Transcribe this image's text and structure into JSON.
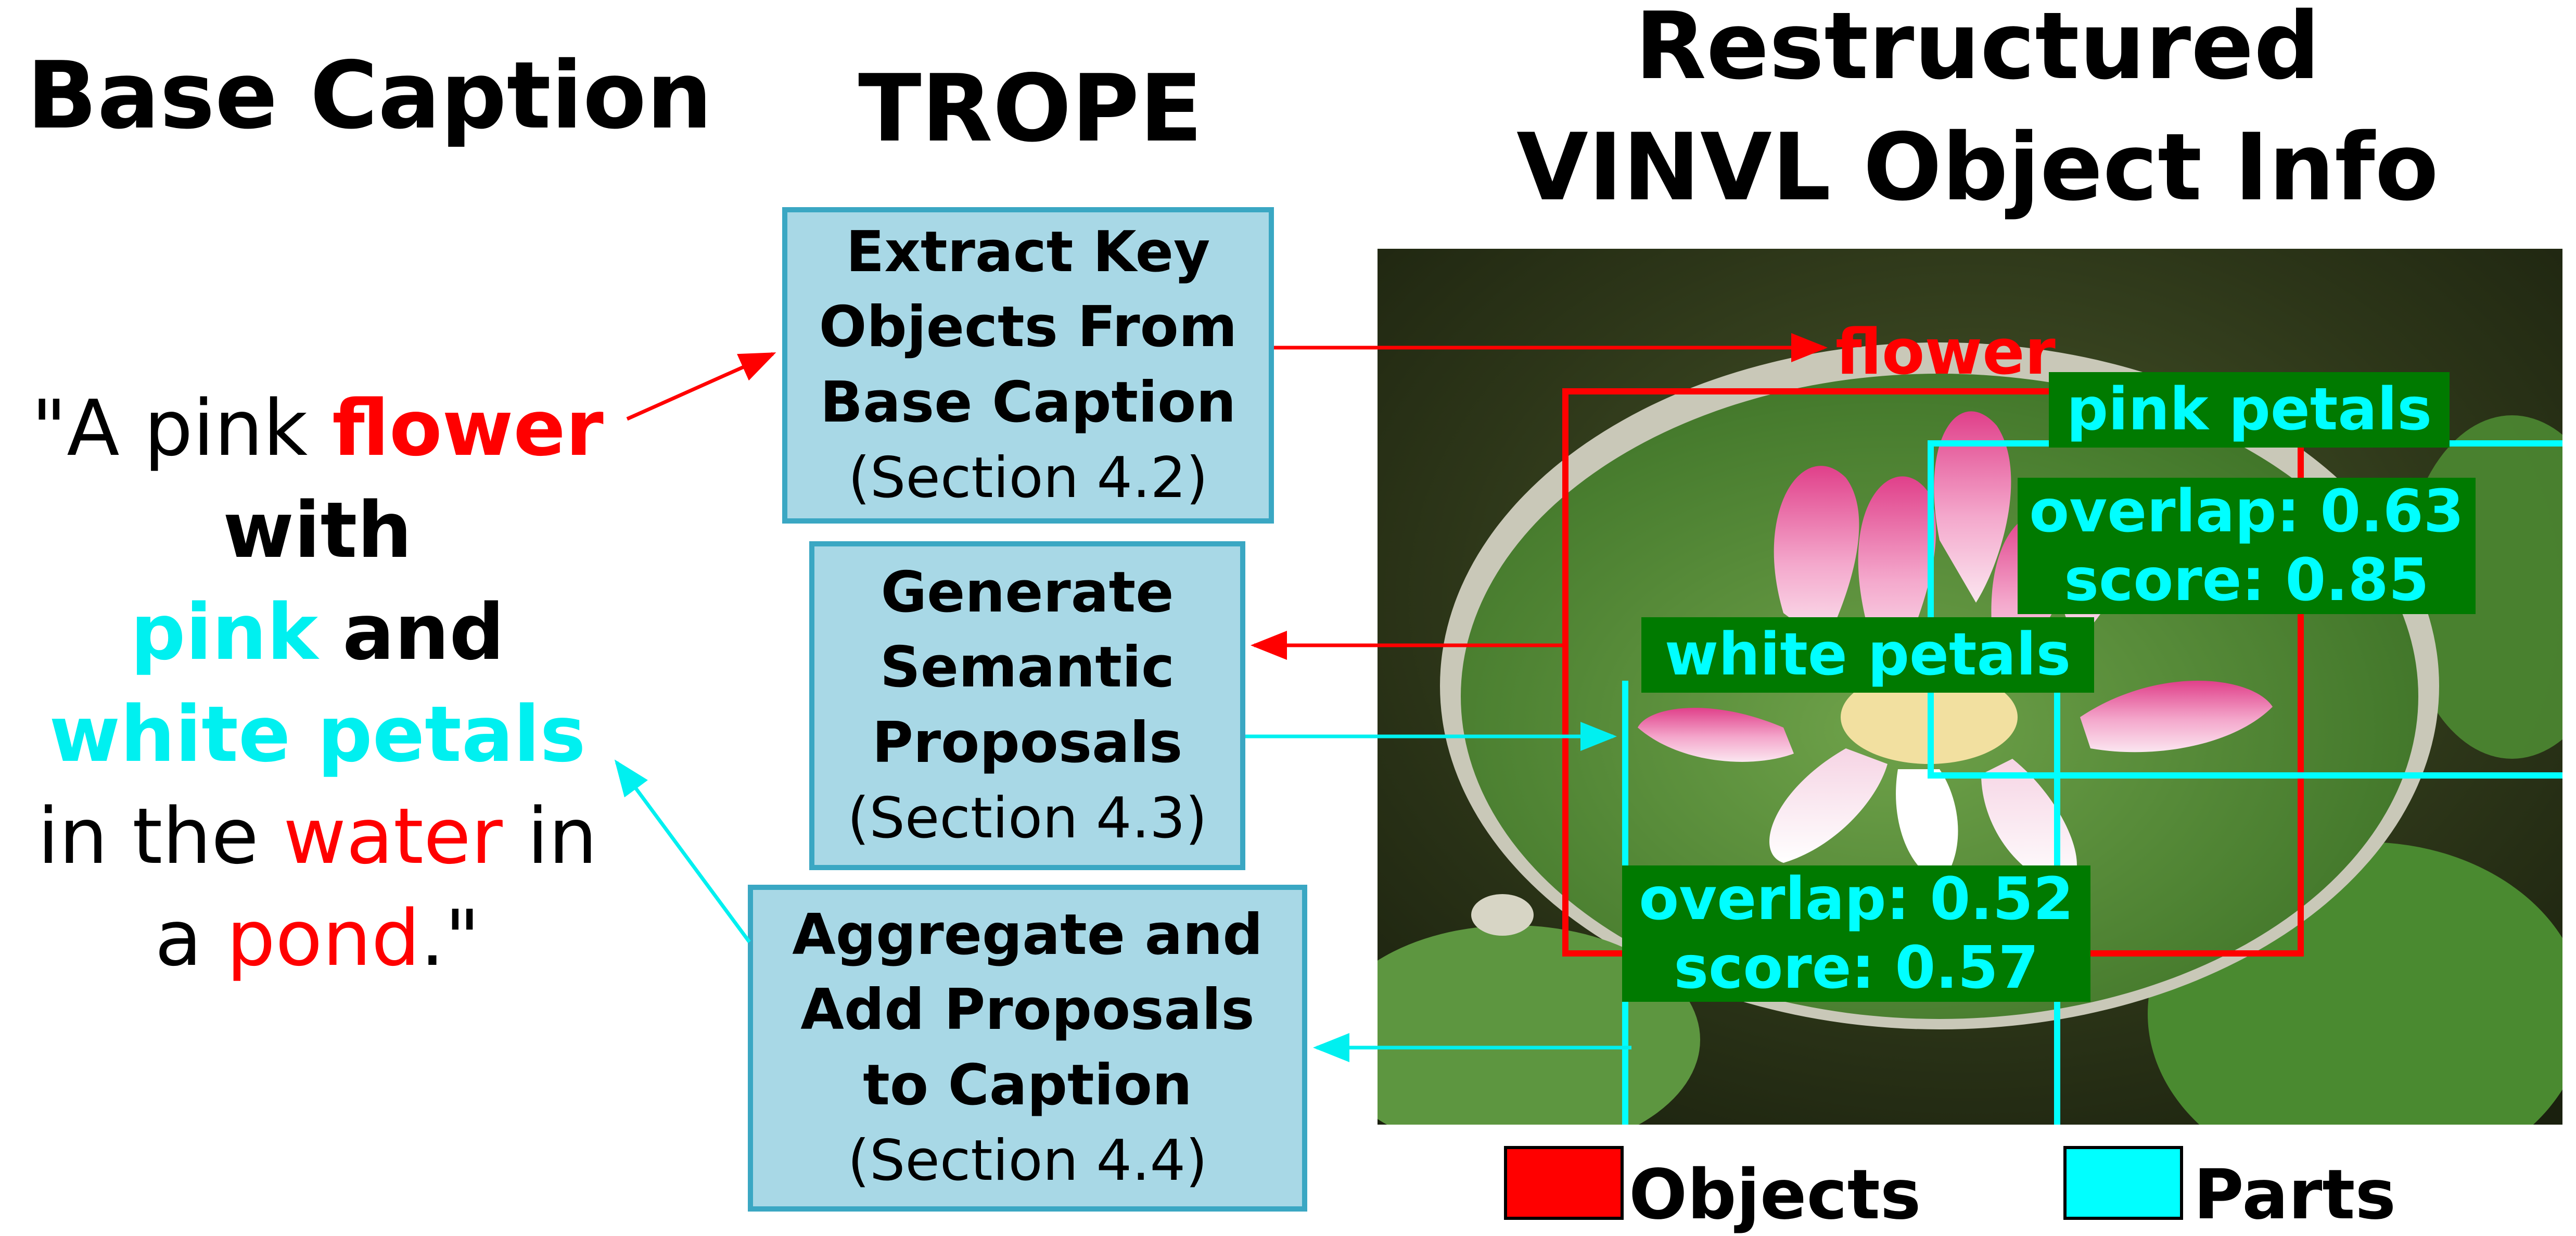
{
  "headings": {
    "base_caption": "Base Caption",
    "trope": "TROPE",
    "restructured_line1": "Restructured",
    "restructured_line2": "VINVL Object Info"
  },
  "caption": {
    "open_quote_text": "\"A pink ",
    "w_flower": "flower",
    "w_with": "with",
    "w_pink": "pink",
    "w_and": "and",
    "w_white_petals": "white petals",
    "w_in_the": "in the ",
    "w_water": "water",
    "w_in": " in",
    "w_a": "a ",
    "w_pond": "pond",
    "close_quote_text": ".\""
  },
  "steps": [
    {
      "title_lines": [
        "Extract Key",
        "Objects From",
        "Base Caption"
      ],
      "section": "(Section 4.2)"
    },
    {
      "title_lines": [
        "Generate",
        "Semantic",
        "Proposals"
      ],
      "section": "(Section 4.3)"
    },
    {
      "title_lines": [
        "Aggregate and",
        "Add Proposals",
        "to Caption"
      ],
      "section": "(Section 4.4)"
    }
  ],
  "detections": {
    "flower_label": "flower",
    "pink_petals_label": "pink petals",
    "pink_petals_overlap": "overlap: 0.63",
    "pink_petals_score": "score: 0.85",
    "white_petals_label": "white petals",
    "white_petals_overlap": "overlap: 0.52",
    "white_petals_score": "score: 0.57"
  },
  "legend": {
    "objects": "Objects",
    "parts": "Parts"
  },
  "colors": {
    "object": "#ff0000",
    "part": "#00ffff",
    "box_fill": "#a8d8e6",
    "box_border": "#3aa7c3",
    "label_bg": "#007a00"
  }
}
